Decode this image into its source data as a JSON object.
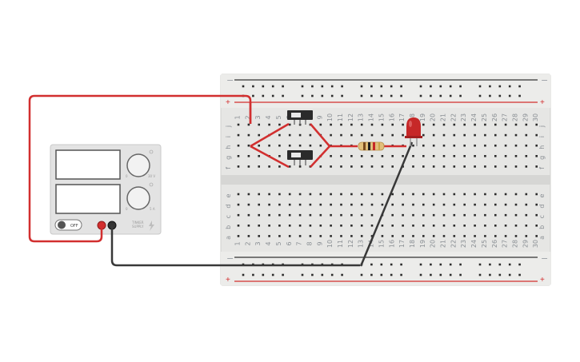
{
  "breadboard": {
    "columns": [
      "1",
      "2",
      "3",
      "4",
      "5",
      "6",
      "7",
      "8",
      "9",
      "10",
      "11",
      "12",
      "13",
      "14",
      "15",
      "16",
      "17",
      "18",
      "19",
      "20",
      "21",
      "22",
      "23",
      "24",
      "25",
      "26",
      "27",
      "28",
      "29",
      "30"
    ],
    "top_rows": [
      "j",
      "i",
      "h",
      "g",
      "f"
    ],
    "bottom_rows": [
      "e",
      "d",
      "c",
      "b",
      "a"
    ],
    "rail_minus": "−",
    "rail_plus": "+"
  },
  "power_supply": {
    "switch_label": "OFF",
    "brand_text": "TINKER\nSUPPLY",
    "knob1_labels": [
      "0",
      "30 V"
    ],
    "knob2_labels": [
      "0",
      "5 A"
    ]
  },
  "colors": {
    "breadboard": "#e8e8e6",
    "breadboard_channel": "#d4d4d2",
    "hole": "#2b2b2b",
    "rail_red": "#d32f2f",
    "rail_black": "#333333",
    "wire_red": "#d22f2f",
    "wire_black": "#383838",
    "led": "#c62828",
    "psu_body": "#e0e0e0",
    "psu_display": "#ffffff"
  }
}
